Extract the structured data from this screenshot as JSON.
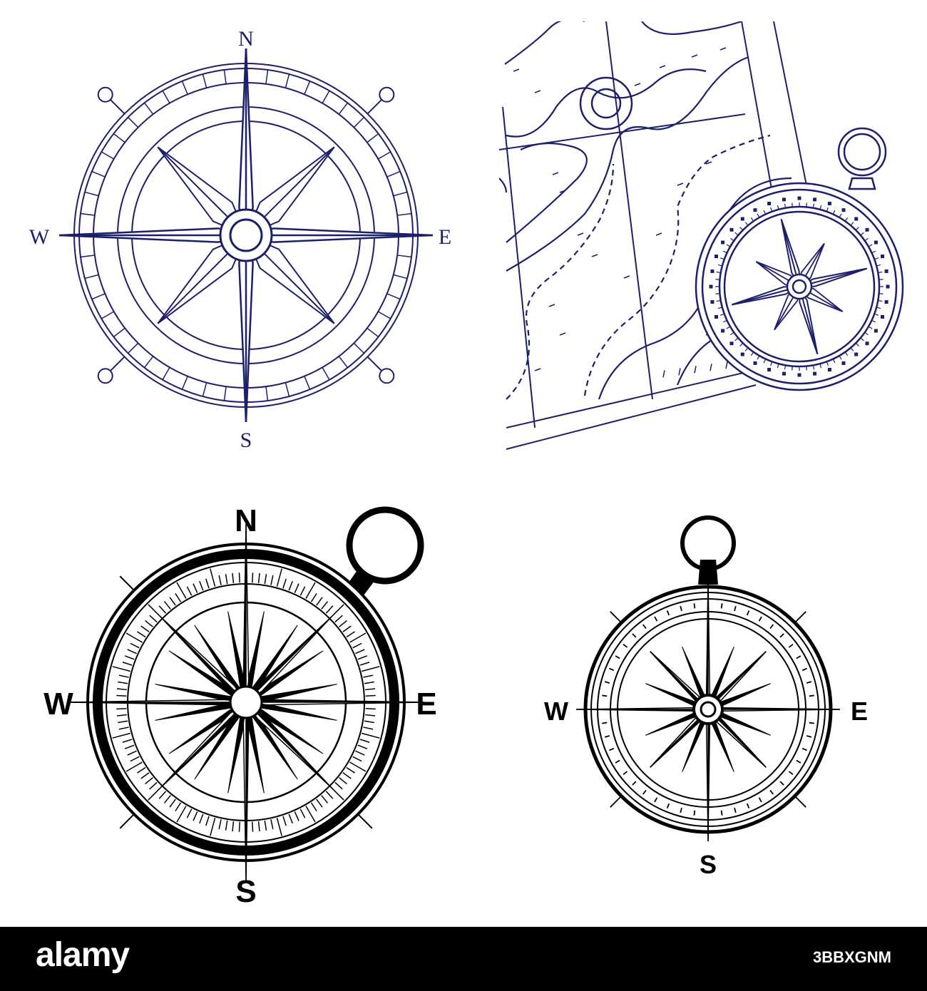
{
  "colors": {
    "navy": "#1e1f6b",
    "ink": "#000000",
    "background": "#ffffff",
    "footer": "#000000"
  },
  "compass_navy": {
    "n": "N",
    "s": "S",
    "e": "E",
    "w": "W"
  },
  "compass_black_large": {
    "n": "N",
    "s": "S",
    "e": "E",
    "w": "W"
  },
  "compass_black_small": {
    "s": "S",
    "e": "E",
    "w": "W"
  },
  "footer": {
    "brand": "alamy",
    "image_id": "3BBXGNM"
  }
}
